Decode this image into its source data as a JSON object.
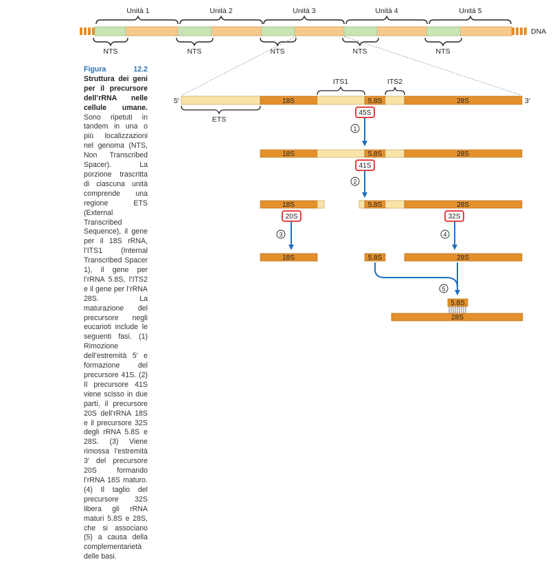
{
  "units": [
    "Unità 1",
    "Unità 2",
    "Unità 3",
    "Unità 4",
    "Unità 5"
  ],
  "nts_label": "NTS",
  "dna_label": "DNA",
  "five_prime": "5′",
  "three_prime": "3′",
  "ets_label": "ETS",
  "its1_label": "ITS1",
  "its2_label": "ITS2",
  "r18s": "18S",
  "r58s": "5.8S",
  "r28s": "28S",
  "p45s": "45S",
  "p41s": "41S",
  "p20s": "20S",
  "p32s": "32S",
  "steps": [
    "1",
    "2",
    "3",
    "4",
    "5"
  ],
  "colors": {
    "spacer": "#c9e3b4",
    "transcribed": "#f6c98e",
    "rrna": "#e3902c",
    "pale": "#f8e4a8",
    "outline": "#b86f1e",
    "arrow": "#1f6fbf",
    "callout": "#e32b2b"
  },
  "caption": {
    "title": "Figura 12.2",
    "heading": "Struttura dei geni per il precursore dell’rRNA nelle cellule umane.",
    "body": "Sono ripetuti in tandem in una o più localizzazioni nel genoma (NTS, Non Transcribed Spacer). La porzione trascritta di ciascuna unità comprende una regione ETS (External Transcribed Sequence), il gene per il 18S rRNA, l’ITS1 (Internal Transcribed Spacer 1), il gene per l’rRNA 5.8S, l’ITS2 e il gene per l’rRNA 28S. La maturazione del precursore negli eucarioti include le seguenti fasi. (1) Rimozione dell’estremità 5′ e formazione del precursore 41S. (2) Il precursore 41S viene scisso in due parti, il precursore 20S dell’rRNA 18S e il precursore 32S degli rRNA 5.8S e 28S. (3) Viene rimossa l’estremità 3′ del precursore 20S formando l’rRNA 18S maturo. (4) Il taglio del precursore 32S libera gli rRNA maturi 5.8S e 28S, che si associano (5) a causa della complementarietà delle basi."
  }
}
